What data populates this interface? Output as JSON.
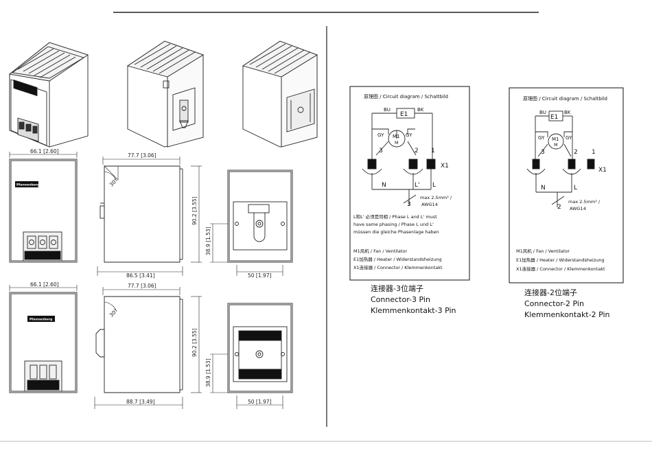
{
  "brand": "Pfannenberg",
  "dimensions": {
    "front_width_1": "66.1 [2.60]",
    "side_depth_1": "77.7 [3.06]",
    "side_height_1": "90.2 [3.55]",
    "side_bottom_1": "86.5 [3.41]",
    "rear_hole_1": "38.9 [1.53]",
    "rear_width_1": "50 [1.97]",
    "angle_1": "30°",
    "front_width_2": "66.1 [2.60]",
    "side_depth_2": "77.7 [3.06]",
    "side_height_2": "90.2 [3.55]",
    "side_bottom_2": "88.7 [3.49]",
    "rear_hole_2": "38.9 [1.53]",
    "rear_width_2": "50 [1.97]",
    "angle_2": "30°"
  },
  "circuit_3pin": {
    "title": "原理图  / Circuit diagram / Schaltbild",
    "e1": "E1",
    "bu": "BU",
    "bk": "BK",
    "gy_left": "GY",
    "gy_right": "GY",
    "m1": "M1",
    "m1_sub": "M",
    "pin1": "1",
    "pin2": "2",
    "pin3": "3",
    "x1": "X1",
    "n": "N",
    "l_prime": "L'",
    "l": "L",
    "wire_size": "max 2.5mm² /",
    "awg": "AWG14",
    "wire_count": "3",
    "note1": "L和L' 必须是同相  / Phase L and L' must",
    "note2": "have same phasing / Phase L und L'",
    "note3": "müssen die gleiche Phasenlage haben",
    "legend1": "M1风机 / Fan / Ventilator",
    "legend2": "E1加热器  / Heater / Widerstandsheizung",
    "legend3": "X1连接器  / Connector / Klemmenkontakt",
    "caption1": "连接器-3位端子",
    "caption2": "Connector-3 Pin",
    "caption3": "Klemmenkontakt-3 Pin"
  },
  "circuit_2pin": {
    "title": "原理图  / Circuit diagram / Schaltbild",
    "e1": "E1",
    "bu": "BU",
    "bk": "BK",
    "gy_left": "GY",
    "gy_right": "GY",
    "m1": "M1",
    "m1_sub": "M",
    "pin1": "1",
    "pin2": "2",
    "pin3": "3",
    "x1": "X1",
    "n": "N",
    "l": "L",
    "wire_size": "max 2.5mm² /",
    "awg": "AWG14",
    "wire_count": "2",
    "legend1": "M1风机 / Fan / Ventilator",
    "legend2": "E1加热器  / Heater / Widerstandsheizung",
    "legend3": "X1连接器  / Connector / Klemmenkontakt",
    "caption1": "连接器-2位端子",
    "caption2": "Connector-2 Pin",
    "caption3": "Klemmenkontakt-2 Pin"
  }
}
